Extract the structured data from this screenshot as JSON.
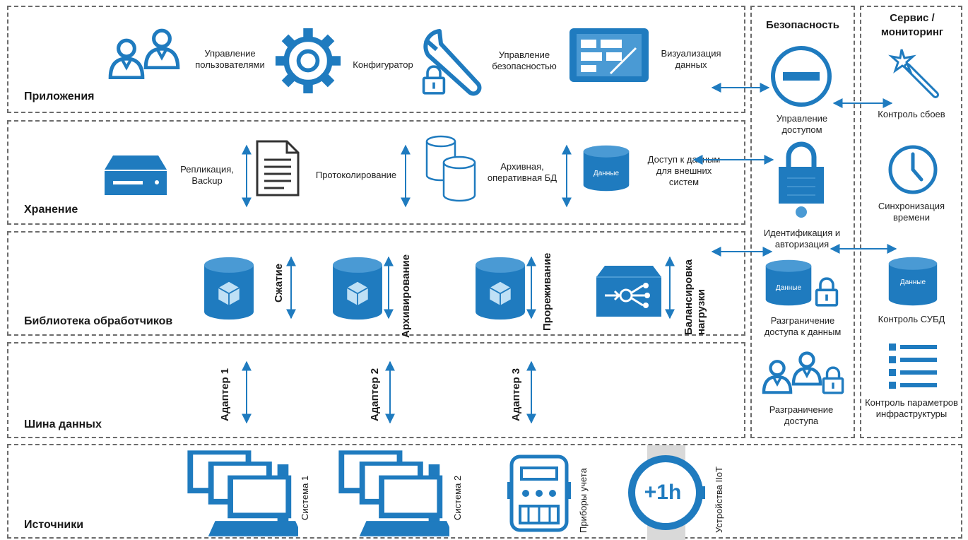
{
  "colors": {
    "accent": "#1f7bbf",
    "border": "#6b6b6b",
    "text": "#1a1a1a"
  },
  "layers": {
    "apps": {
      "title": "Приложения",
      "items": {
        "users": "Управление пользователями",
        "configurator": "Конфигуратор",
        "security": "Управление безопасностью",
        "visualization": "Визуализация данных"
      }
    },
    "storage": {
      "title": "Хранение",
      "items": {
        "replication": "Репликация, Backup",
        "logging": "Протоколирование",
        "archive_db": "Архивная, оперативная БД",
        "data_icon": "Данные",
        "external_access": "Доступ к данным для внешних систем"
      }
    },
    "handlers": {
      "title": "Библиотека обработчиков",
      "items": {
        "compression": "Сжатие",
        "archiving": "Архивирование",
        "thinning": "Прореживание",
        "balancing": "Балансировка нагрузки"
      }
    },
    "bus": {
      "title": "Шина данных",
      "adapters": [
        "Адаптер 1",
        "Адаптер 2",
        "Адаптер 3"
      ]
    },
    "sources": {
      "title": "Источники",
      "items": {
        "system1": "Система 1",
        "system2": "Система 2",
        "meters": "Приборы учета",
        "iiot": "Устройства IIoT",
        "watch_text": "+1h"
      }
    }
  },
  "security": {
    "title": "Безопасность",
    "access_control": "Управление доступом",
    "identification": "Идентификация и авторизация",
    "data_access": "Разграничение доступа к данным",
    "data_icon": "Данные",
    "access_separation": "Разграничение доступа"
  },
  "service": {
    "title": "Сервис / мониторинг",
    "failure_control": "Контроль сбоев",
    "time_sync": "Синхронизация времени",
    "dbms_control": "Контроль СУБД",
    "data_icon": "Данные",
    "infra_control": "Контроль параметров инфраструктуры"
  }
}
